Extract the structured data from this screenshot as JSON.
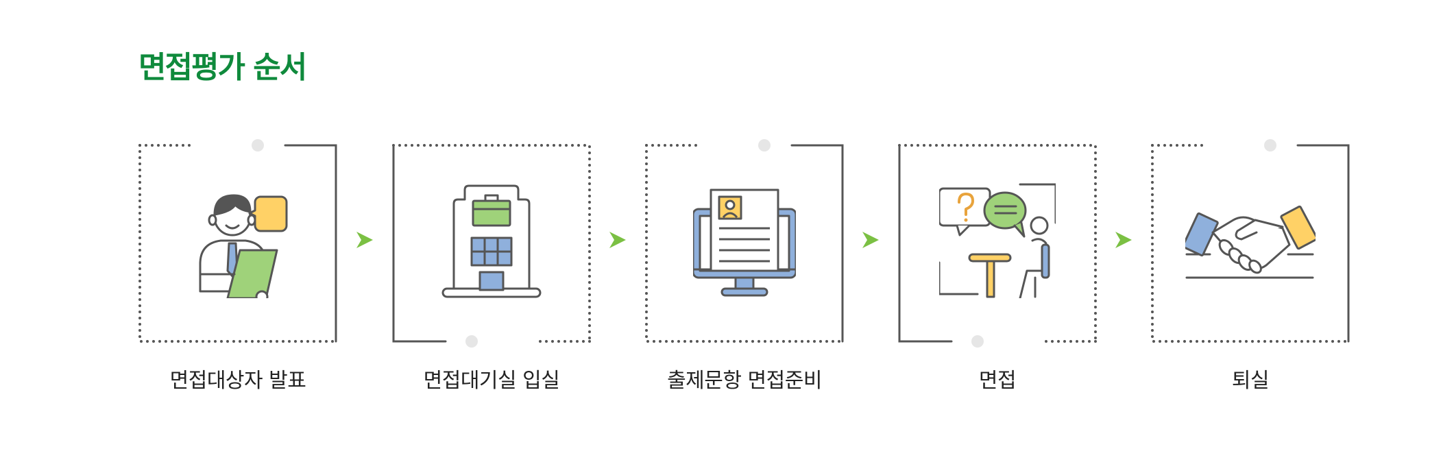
{
  "page": {
    "title": "면접평가 순서"
  },
  "steps": [
    {
      "label": "면접대상자 발표",
      "icon": "presenter-with-clipboard-icon"
    },
    {
      "label": "면접대기실 입실",
      "icon": "building-with-briefcase-icon"
    },
    {
      "label": "출제문항 면접준비",
      "icon": "monitor-with-document-icon"
    },
    {
      "label": "면접",
      "icon": "interview-chat-icon"
    },
    {
      "label": "퇴실",
      "icon": "handshake-icon"
    }
  ],
  "colors": {
    "title": "#0f8a3c",
    "arrow": "#7bc043",
    "outline": "#555555",
    "yellow": "#ffd166",
    "green": "#9fd27a",
    "blue": "#8fb0dc",
    "dot": "#e6e6e6"
  }
}
